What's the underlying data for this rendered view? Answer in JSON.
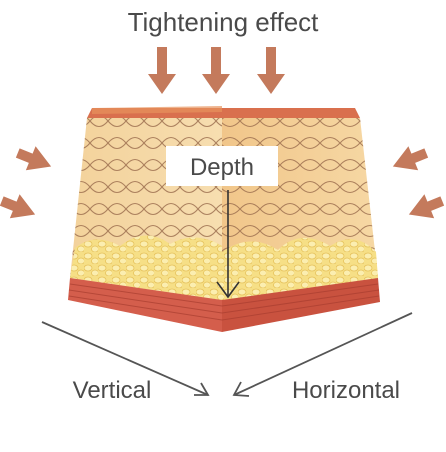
{
  "labels": {
    "title": "Tightening effect",
    "depth": "Depth",
    "vertical": "Vertical",
    "horizontal": "Horizontal"
  },
  "colors": {
    "arrow": "#c47a5c",
    "label_text": "#4a4a4a",
    "skin_top": "#f1c98f",
    "skin_side": "#f5d9a6",
    "fat": "#f6df86",
    "muscle": "#d45e4c",
    "top_edge": "#d9704e",
    "mesh_line": "#9a6c4c"
  }
}
